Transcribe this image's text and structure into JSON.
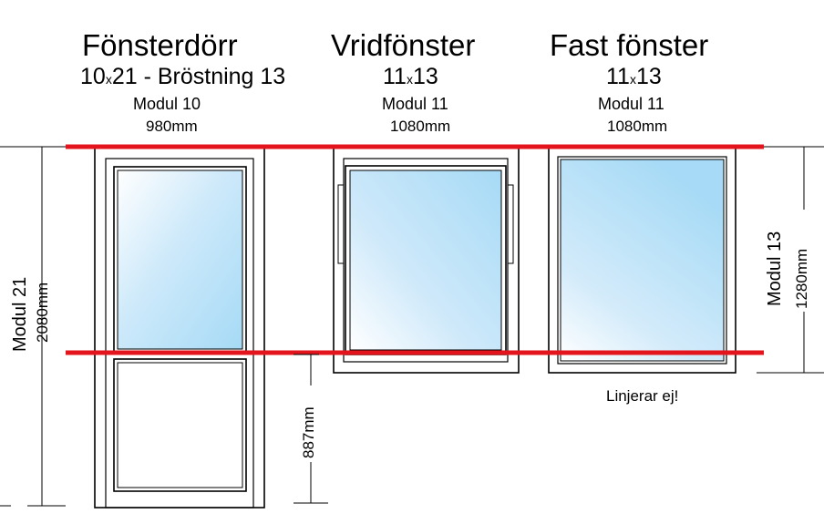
{
  "columns": [
    {
      "title": "Fönsterdörr",
      "size_a": "10",
      "size_x": "x",
      "size_b": "21",
      "size_suffix": " - Bröstning 13",
      "modul": "Modul 10",
      "width_mm": "980mm"
    },
    {
      "title": "Vridfönster",
      "size_a": "11",
      "size_x": "x",
      "size_b": "13",
      "size_suffix": "",
      "modul": "Modul 11",
      "width_mm": "1080mm"
    },
    {
      "title": "Fast fönster",
      "size_a": "11",
      "size_x": "x",
      "size_b": "13",
      "size_suffix": "",
      "modul": "Modul 11",
      "width_mm": "1080mm"
    }
  ],
  "dimensions": {
    "left_modul": "Modul 21",
    "left_mm": "2080mm",
    "sill_mm": "887mm",
    "right_modul": "Modul 13",
    "right_mm": "1280mm"
  },
  "note": "Linjerar ej!",
  "colors": {
    "guide_line": "#e3141b",
    "glass_light": "#ffffff",
    "glass_dark": "#a6daf6",
    "frame": "#000000"
  }
}
